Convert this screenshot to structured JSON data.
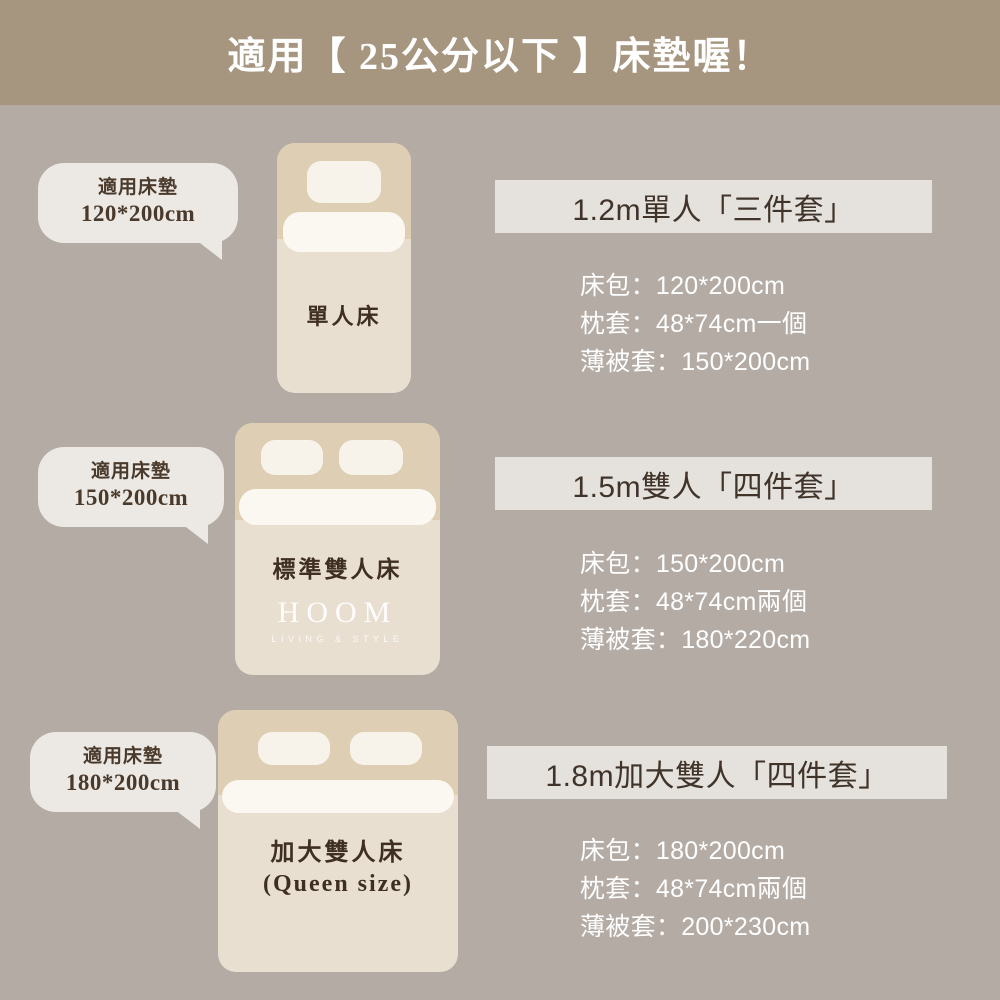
{
  "header": {
    "title": "適用【 25公分以下 】床墊喔！",
    "background_color": "#a6957f",
    "text_color": "#ffffff"
  },
  "page": {
    "background_color": "#b3aba4"
  },
  "watermark": {
    "brand": "HOOM",
    "tagline": "LIVING & STYLE"
  },
  "sections": [
    {
      "id": "single",
      "bubble": {
        "line1": "適用床墊",
        "line2": "120*200cm"
      },
      "bed": {
        "label": "單人床",
        "sublabel": "",
        "pillow_count": 1,
        "has_watermark": false
      },
      "title": "1.2m單人「三件套」",
      "specs": [
        "床包：120*200cm",
        "枕套：48*74cm一個",
        "薄被套：150*200cm"
      ]
    },
    {
      "id": "double",
      "bubble": {
        "line1": "適用床墊",
        "line2": "150*200cm"
      },
      "bed": {
        "label": "標準雙人床",
        "sublabel": "",
        "pillow_count": 2,
        "has_watermark": true
      },
      "title": "1.5m雙人「四件套」",
      "specs": [
        "床包：150*200cm",
        "枕套：48*74cm兩個",
        "薄被套：180*220cm"
      ]
    },
    {
      "id": "queen",
      "bubble": {
        "line1": "適用床墊",
        "line2": "180*200cm"
      },
      "bed": {
        "label": "加大雙人床",
        "sublabel": "(Queen size)",
        "pillow_count": 2,
        "has_watermark": false
      },
      "title": "1.8m加大雙人「四件套」",
      "specs": [
        "床包：180*200cm",
        "枕套：48*74cm兩個",
        "薄被套：200*230cm"
      ]
    }
  ],
  "colors": {
    "bed_body": "#e8dfd1",
    "bed_head": "#ddceb4",
    "pillow": "#f7f3ea",
    "blanket": "#fbf8f1",
    "bubble_bg": "#ece9e4",
    "bubble_text": "#4a3a2c",
    "title_bar_bg": "#e5e2de",
    "title_bar_text": "#40342a",
    "spec_text": "#ffffff"
  }
}
